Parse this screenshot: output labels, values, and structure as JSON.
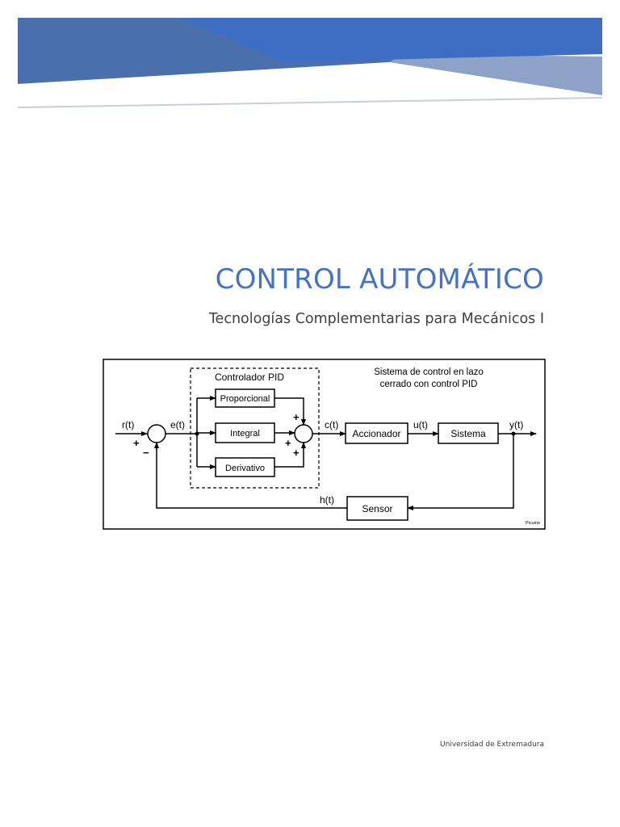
{
  "document": {
    "title": "CONTROL AUTOMÁTICO",
    "subtitle": "Tecnologías Complementarias para Mecánicos I",
    "footer": "Universidad de Extremadura"
  },
  "colors": {
    "accent": "#4472c4",
    "banner_dark": "#3b64ad",
    "banner_light": "#8ea2c8"
  },
  "diagram": {
    "controller_title": "Controlador PID",
    "heading_line1": "Sistema de control en lazo",
    "heading_line2": "cerrado con control PID",
    "blocks": {
      "proporcional": "Proporcional",
      "integral": "Integral",
      "derivativo": "Derivativo",
      "accionador": "Accionador",
      "sistema": "Sistema",
      "sensor": "Sensor"
    },
    "signals": {
      "r": "r(t)",
      "e": "e(t)",
      "c": "c(t)",
      "u": "u(t)",
      "y": "y(t)",
      "h": "h(t)"
    },
    "signs": {
      "plus": "+",
      "minus": "−"
    },
    "credit": "Picuino"
  }
}
